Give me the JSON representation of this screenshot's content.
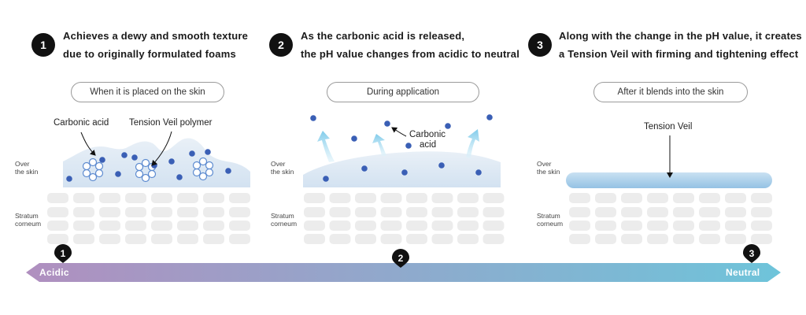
{
  "steps": [
    {
      "number": "1",
      "line1": "Achieves a dewy and smooth texture",
      "line2": "due to originally formulated foams",
      "state": "When it is placed on the skin"
    },
    {
      "number": "2",
      "line1": "As the carbonic acid is released,",
      "line2": "the pH value changes from acidic to neutral",
      "state": "During application"
    },
    {
      "number": "3",
      "line1": "Along with the change in the pH value, it creates",
      "line2": "a Tension Veil with firming and tightening effect",
      "state": "After it blends into the skin"
    }
  ],
  "labels": {
    "carbonic_acid": "Carbonic acid",
    "tension_veil_polymer": "Tension Veil polymer",
    "carbonic_acid_2_line1": "Carbonic",
    "carbonic_acid_2_line2": "acid",
    "tension_veil": "Tension Veil",
    "over_skin_line1": "Over",
    "over_skin_line2": "the skin",
    "stratum_line1": "Stratum",
    "stratum_line2": "corneum"
  },
  "scale": {
    "left": "Acidic",
    "right": "Neutral",
    "left_color": "#b08fbf",
    "right_color": "#6ec4da"
  },
  "colors": {
    "dot": "#3a5fb5",
    "foam": "#dbe7f3",
    "cell": "#ececec",
    "veil": "#a9cde8",
    "arrow": "#8fd2ec",
    "badge": "#111111"
  }
}
